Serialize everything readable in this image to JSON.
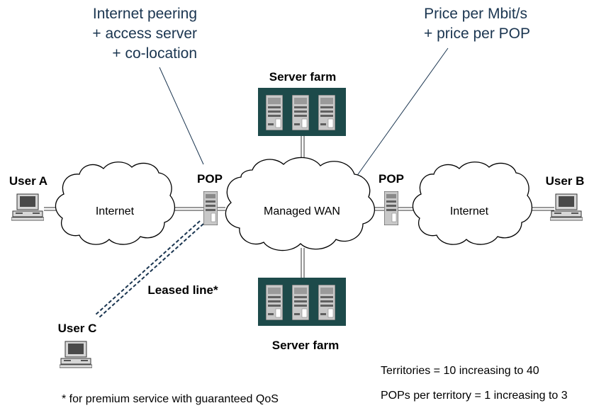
{
  "annotations": {
    "peering_line1": "Internet peering",
    "peering_line2": "+ access server",
    "peering_line3": "+ co-location",
    "price_line1": "Price per Mbit/s",
    "price_line2": "+ price per POP"
  },
  "server_farm_top": {
    "label": "Server farm"
  },
  "server_farm_bottom": {
    "label": "Server farm"
  },
  "pop_left": {
    "label": "POP"
  },
  "pop_right": {
    "label": "POP"
  },
  "clouds": {
    "internet_left": "Internet",
    "managed_wan": "Managed WAN",
    "internet_right": "Internet"
  },
  "users": {
    "a": "User A",
    "b": "User B",
    "c": "User C"
  },
  "leased_line": "Leased line*",
  "footnote": "* for premium service with guaranteed QoS",
  "notes": {
    "territories": "Territories = 10 increasing to 40",
    "pops": "POPs per territory = 1 increasing to 3"
  },
  "colors": {
    "server_farm_bg": "#1d4a4a",
    "text_dark": "#1a3550"
  }
}
